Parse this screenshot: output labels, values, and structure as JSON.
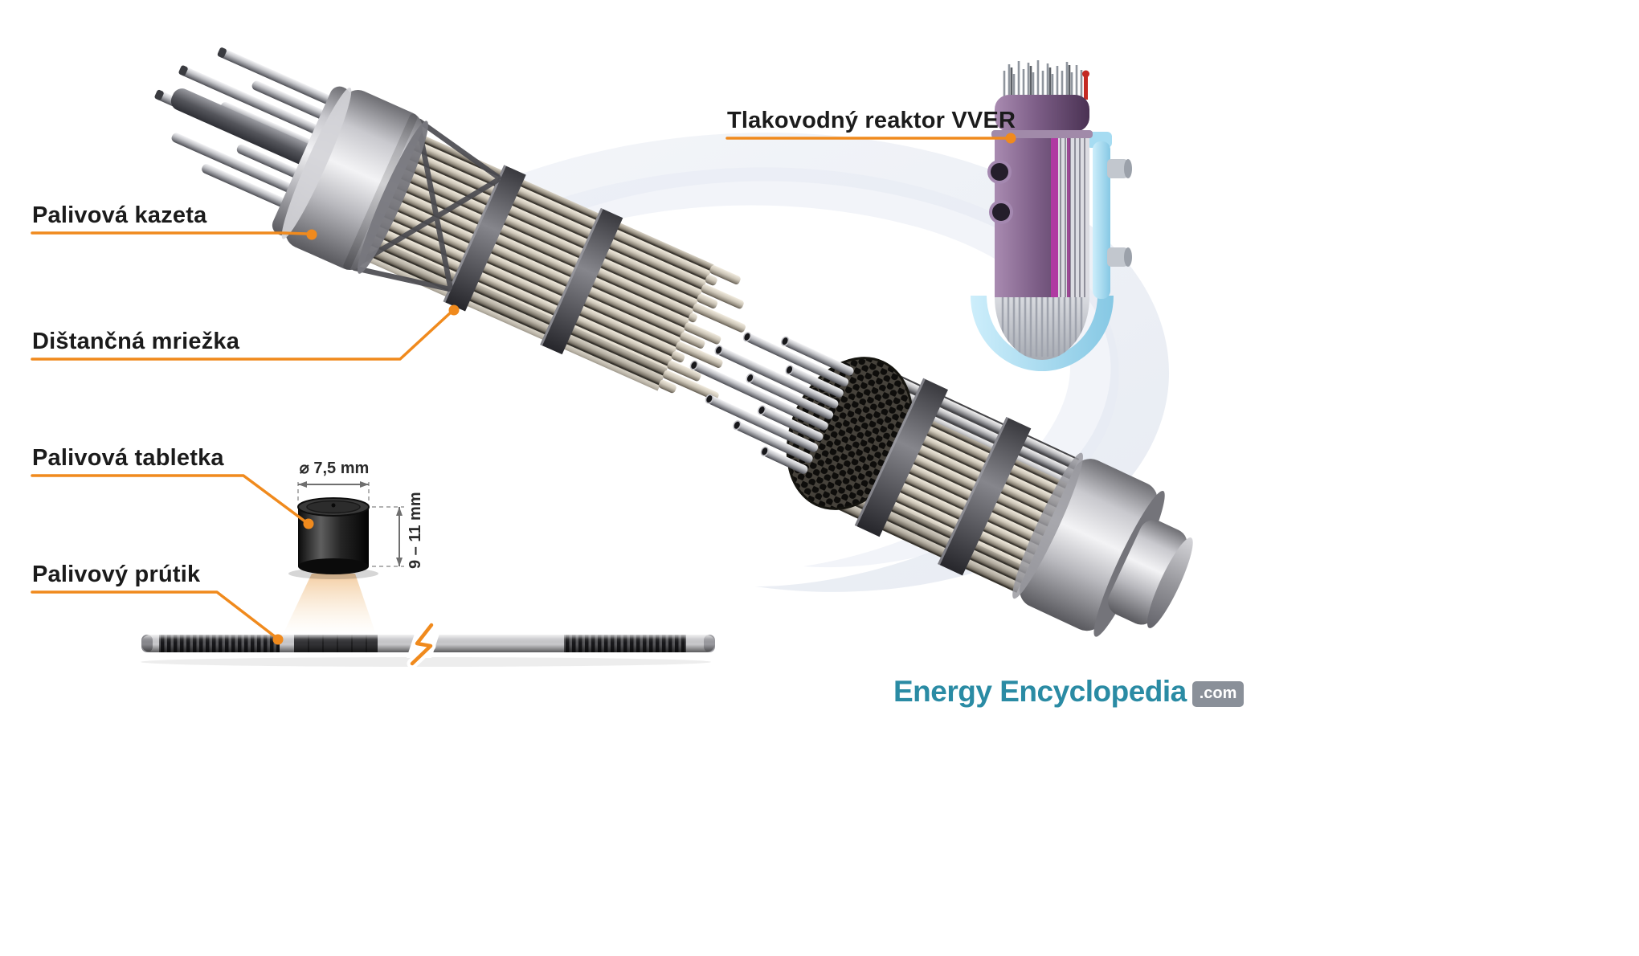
{
  "labels": {
    "fuel_assembly": "Palivová kazeta",
    "spacer_grid": "Dištančná mriežka",
    "fuel_pellet": "Palivová tabletka",
    "fuel_rod": "Palivový prútik",
    "reactor": "Tlakovodný reaktor VVER"
  },
  "dimensions": {
    "pellet_diameter": "⌀ 7,5 mm",
    "pellet_height": "9 – 11 mm"
  },
  "logo": {
    "part1": "Energy",
    "part2": "Encyclopedia",
    "suffix": ".com"
  },
  "colors": {
    "accent_orange": "#F08A1D",
    "logo_teal": "#2A8BA4",
    "logo_com_bg": "#8A9099",
    "reactor_purple": "#7C5D86",
    "reactor_cyan": "#A6DCF2"
  }
}
